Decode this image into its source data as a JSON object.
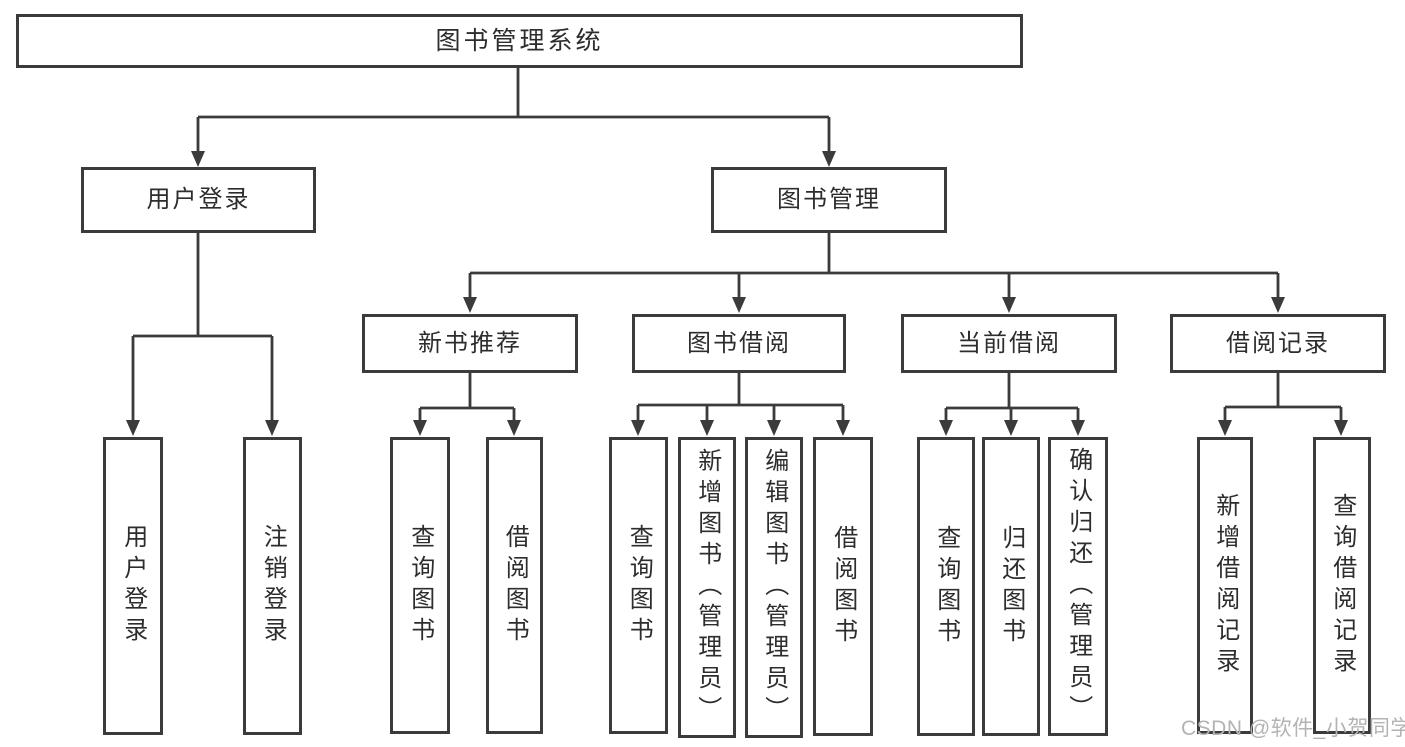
{
  "diagram": {
    "root": "图书管理系统",
    "level1": {
      "user_login": "用户登录",
      "book_mgmt": "图书管理"
    },
    "level2": {
      "new_books": "新书推荐",
      "borrowing": "图书借阅",
      "current": "当前借阅",
      "records": "借阅记录"
    },
    "leaves": {
      "user_login": "用户登录",
      "logout": "注销登录",
      "nb_query": "查询图书",
      "nb_borrow": "借阅图书",
      "bw_query": "查询图书",
      "bw_add": "新增图书（管理员）",
      "bw_edit": "编辑图书（管理员）",
      "bw_borrow": "借阅图书",
      "cur_query": "查询图书",
      "cur_return": "归还图书",
      "cur_confirm": "确认归还（管理员）",
      "rec_add": "新增借阅记录",
      "rec_query": "查询借阅记录"
    }
  },
  "watermark": "CSDN @软件_小贺同学",
  "colors": {
    "line": "#3b3b3b",
    "text": "#2d2d2d",
    "watermark": "#b3b3b3",
    "background": "#ffffff"
  }
}
